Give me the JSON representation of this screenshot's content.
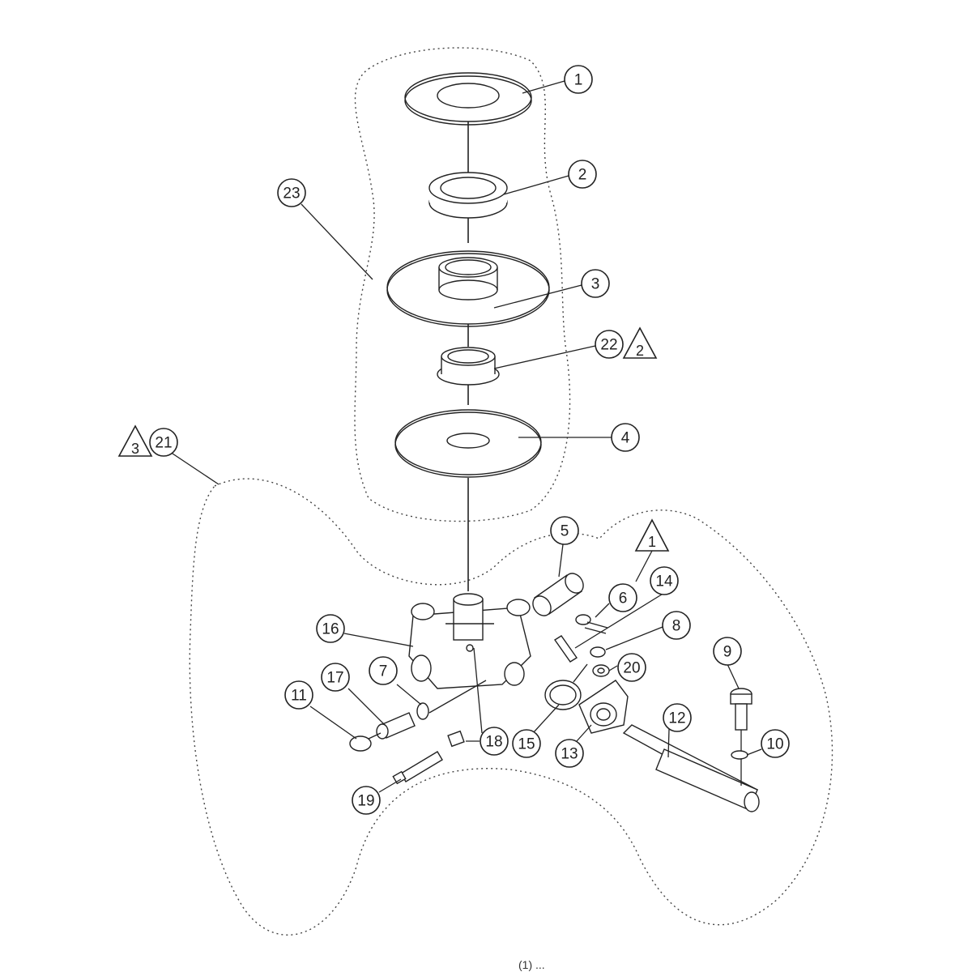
{
  "callouts": {
    "c1": "1",
    "c2": "2",
    "c3": "3",
    "c4": "4",
    "c5": "5",
    "c6": "6",
    "c7": "7",
    "c8": "8",
    "c9": "9",
    "c10": "10",
    "c11": "11",
    "c12": "12",
    "c13": "13",
    "c14": "14",
    "c15": "15",
    "c16": "16",
    "c17": "17",
    "c18": "18",
    "c19": "19",
    "c20": "20",
    "c21": "21",
    "c22": "22",
    "c23": "23"
  },
  "triangles": {
    "t1": "1",
    "t2": "2",
    "t3": "3"
  },
  "caption": "(1) ..."
}
